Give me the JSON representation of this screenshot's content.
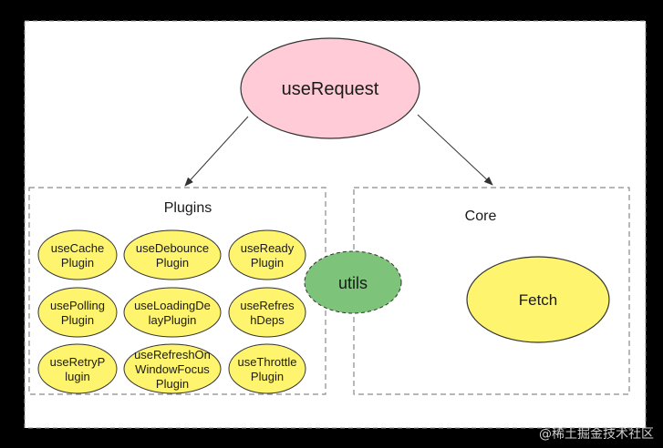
{
  "diagram": {
    "root": {
      "label": "useRequest"
    },
    "plugins": {
      "title": "Plugins",
      "items": [
        {
          "lines": [
            "useCache",
            "Plugin"
          ]
        },
        {
          "lines": [
            "useDebounce",
            "Plugin"
          ]
        },
        {
          "lines": [
            "useReady",
            "Plugin"
          ]
        },
        {
          "lines": [
            "usePolling",
            "Plugin"
          ]
        },
        {
          "lines": [
            "useLoadingDe",
            "layPlugin"
          ]
        },
        {
          "lines": [
            "useRefres",
            "hDeps"
          ]
        },
        {
          "lines": [
            "useRetryP",
            "lugin"
          ]
        },
        {
          "lines": [
            "useRefreshOn",
            "WindowFocus",
            "Plugin"
          ]
        },
        {
          "lines": [
            "useThrottle",
            "Plugin"
          ]
        }
      ]
    },
    "utils": {
      "label": "utils"
    },
    "core": {
      "title": "Core",
      "fetch": {
        "label": "Fetch"
      }
    }
  },
  "watermark": "@稀土掘金技术社区",
  "colors": {
    "root_fill": "#fecbd6",
    "plugin_fill": "#fef46e",
    "utils_fill": "#7dc37a",
    "fetch_fill": "#fef46e",
    "stroke": "#333333",
    "dash": "#8a8a8a",
    "background": "#ffffff",
    "frame": "#000000"
  }
}
